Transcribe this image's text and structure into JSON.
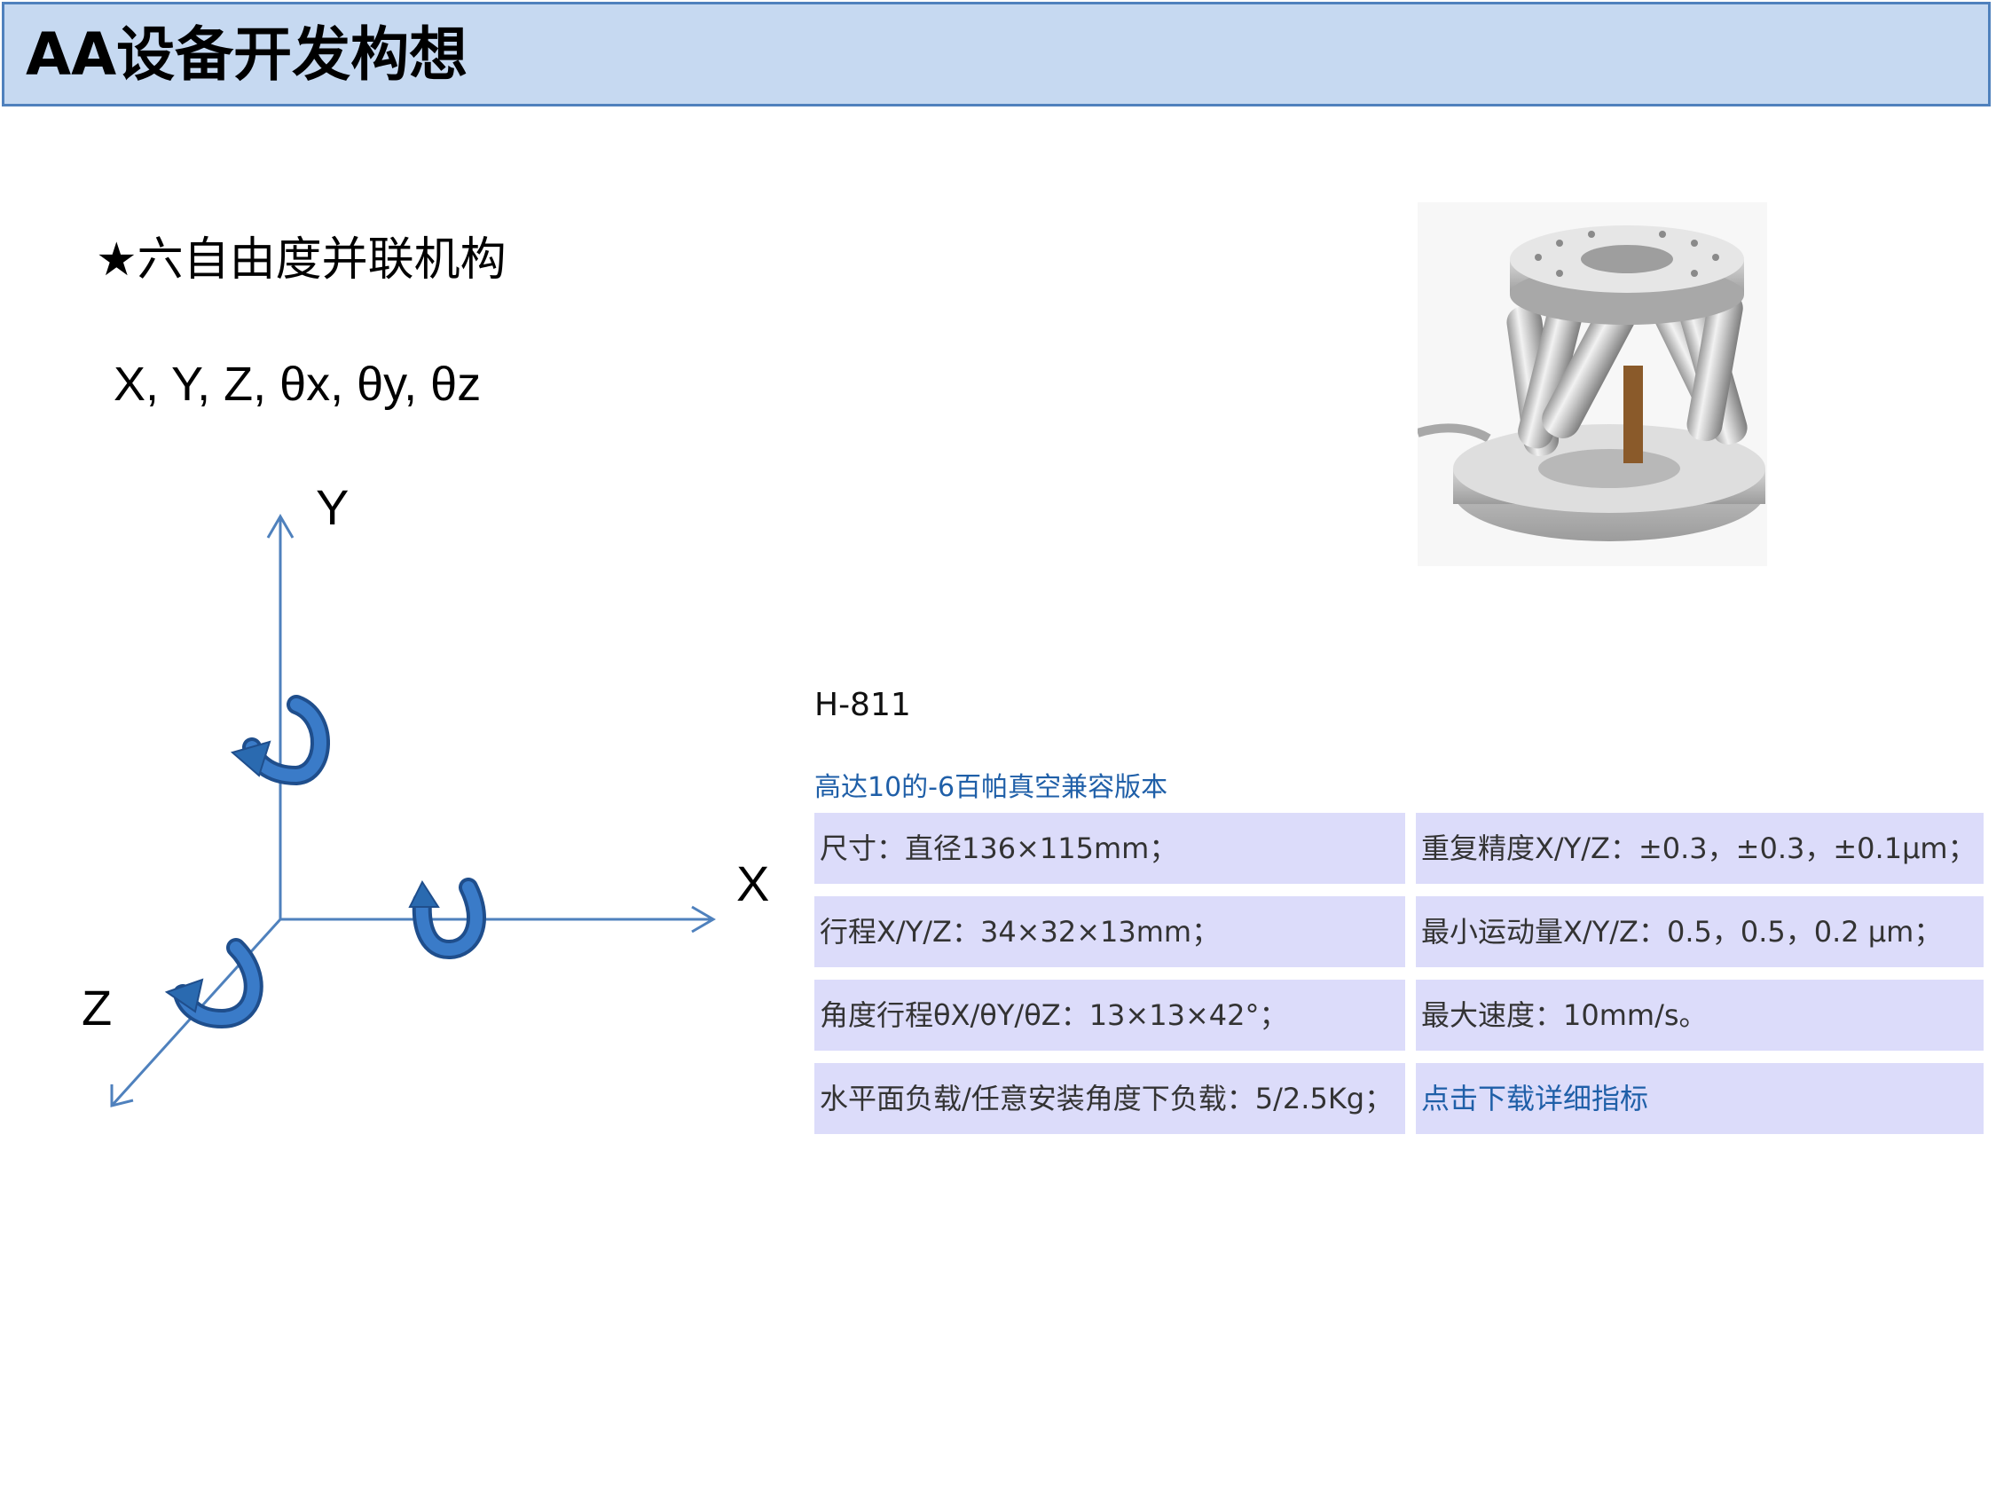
{
  "slide": {
    "title": "AA设备开发构想",
    "subtitle": "★六自由度并联机构",
    "dof": "X, Y, Z, θx, θy, θz"
  },
  "axes": {
    "y": "Y",
    "x": "X",
    "z": "Z"
  },
  "product": {
    "photo_icon": "hexapod-photo",
    "model": "H-811",
    "version": "高达10的-6百帕真空兼容版本",
    "specs": [
      [
        "尺寸：直径136×115mm；",
        "重复精度X/Y/Z：±0.3，±0.3，±0.1μm；"
      ],
      [
        "行程X/Y/Z：34×32×13mm；",
        "最小运动量X/Y/Z：0.5，0.5，0.2 μm；"
      ],
      [
        "角度行程θX/θY/θZ：13×13×42°；",
        "最大速度：10mm/s。"
      ],
      [
        "水平面负载/任意安装角度下负载：5/2.5Kg；",
        "点击下载详细指标"
      ]
    ]
  },
  "colors": {
    "title_bg": "#c6d9f1",
    "title_border": "#4f81bd",
    "axis": "#4f81bd",
    "arrow": "#2a6ab0",
    "table_cell": "#dcdcfa",
    "link": "#1f5fa8"
  }
}
